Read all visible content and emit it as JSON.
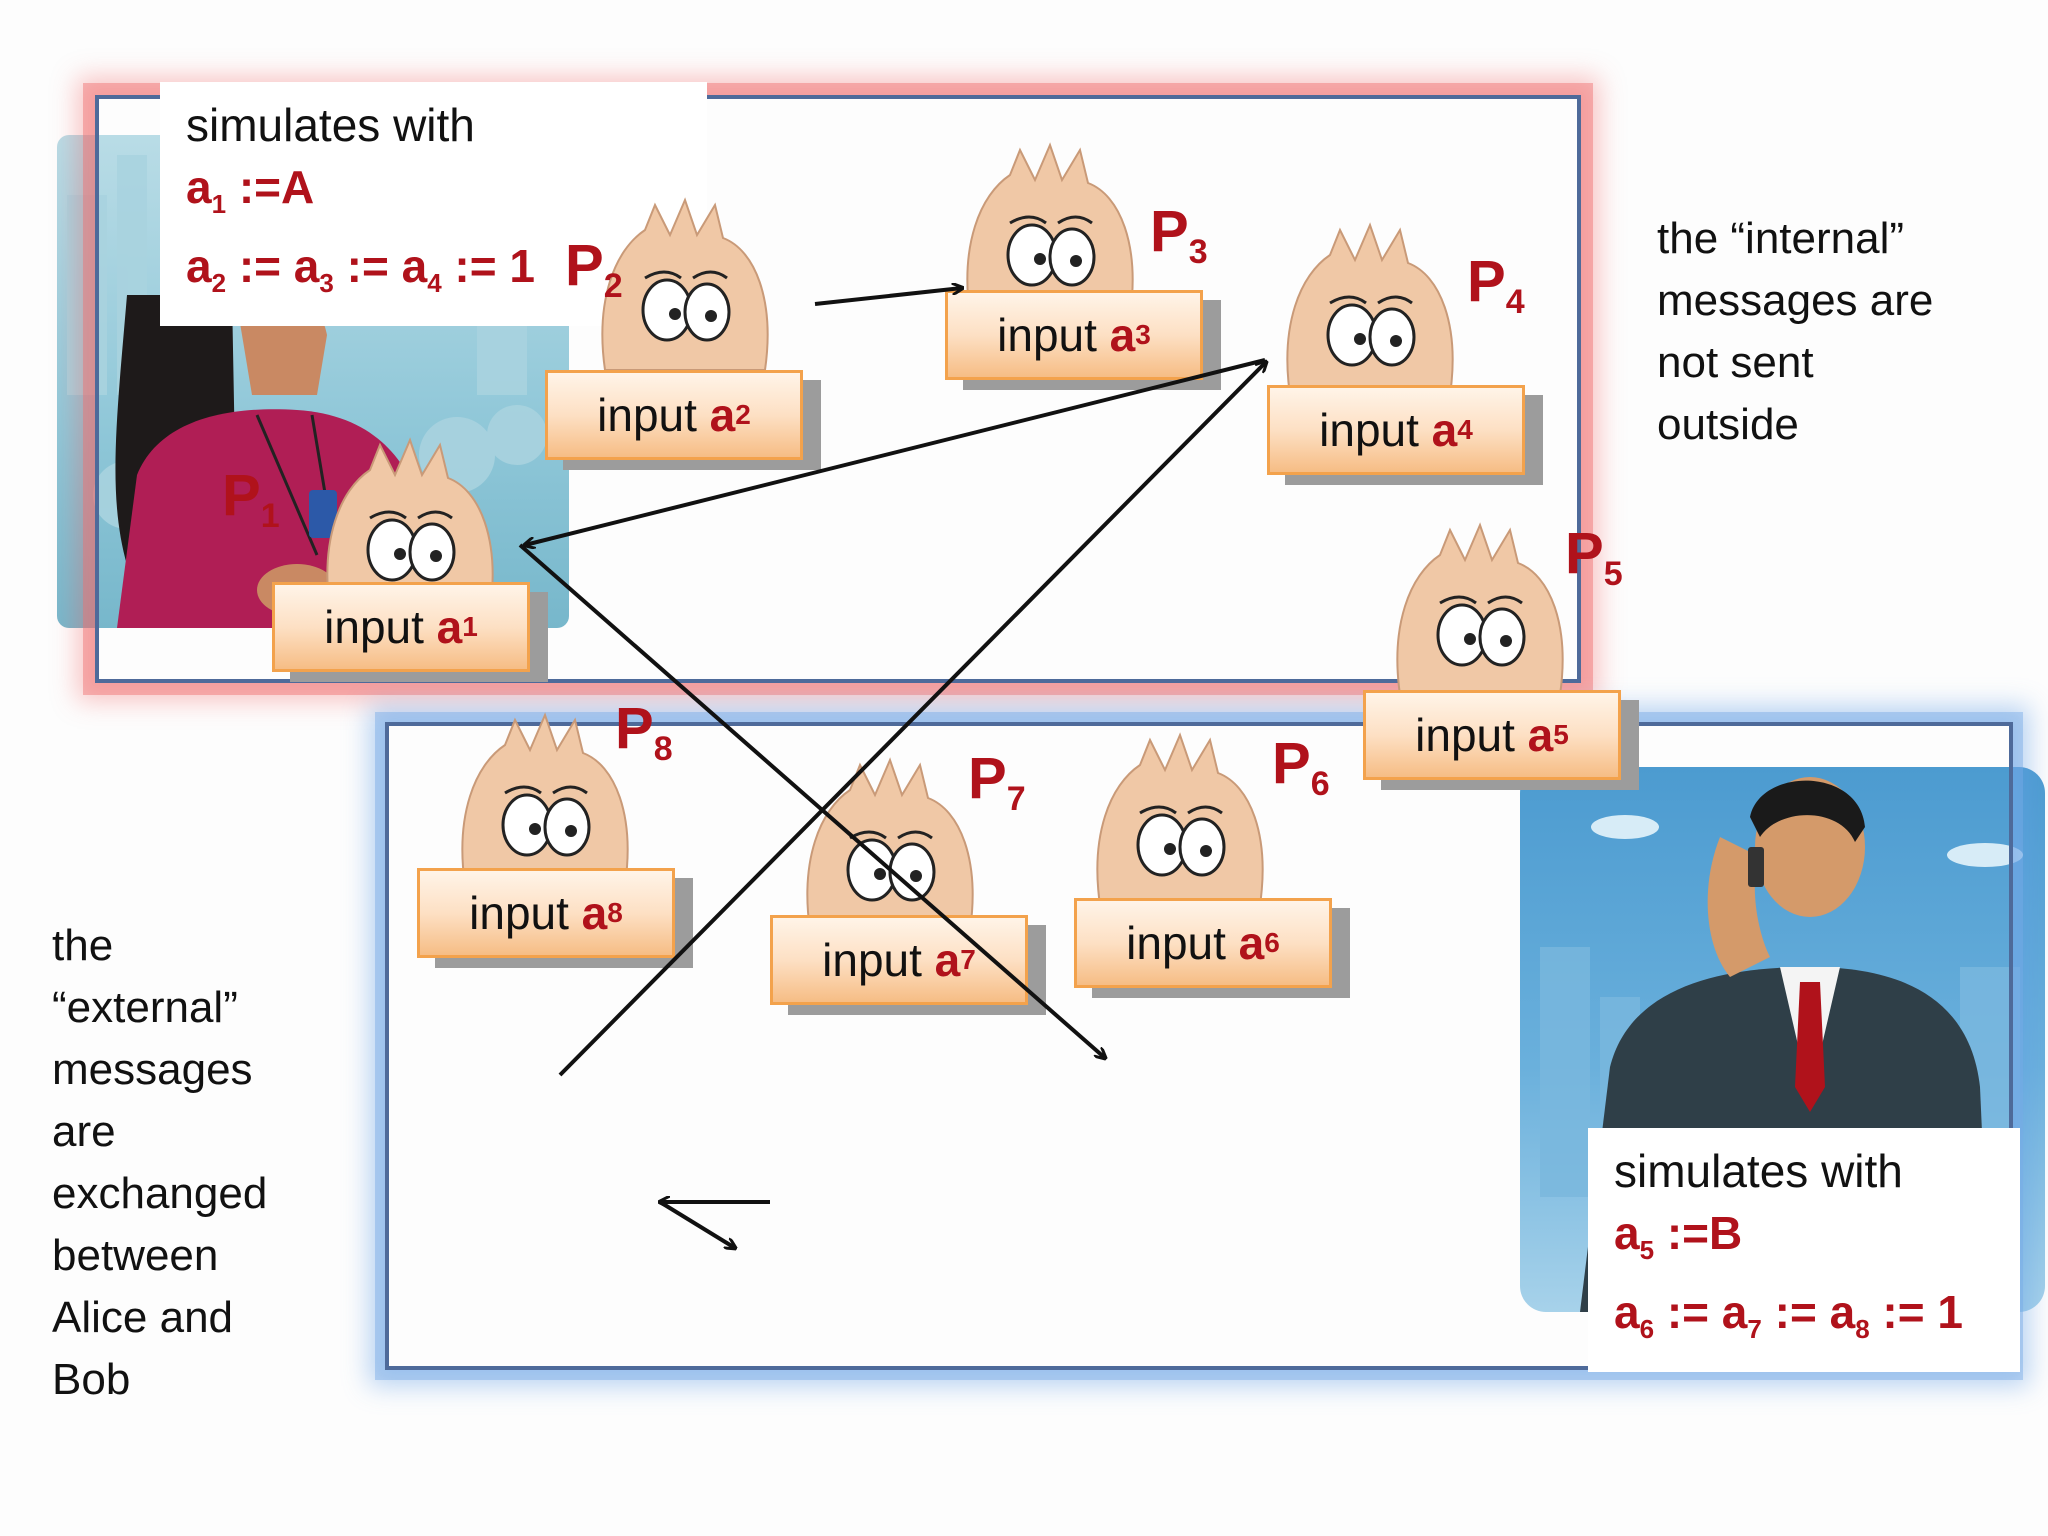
{
  "alice_callout": {
    "line1": "simulates with",
    "line2_var": "a",
    "line2_sub": "1",
    "line2_rest": " :=A",
    "line3_a2": "a",
    "line3_s2": "2",
    "line3_a3": " := a",
    "line3_s3": "3",
    "line3_a4": " := a",
    "line3_s4": "4",
    "line3_end": " := 1"
  },
  "bob_callout": {
    "line1": "simulates with",
    "line2_var": "a",
    "line2_sub": "5",
    "line2_rest": " :=B",
    "line3_a6": "a",
    "line3_s6": "6",
    "line3_a7": " := a",
    "line3_s7": "7",
    "line3_a8": " := a",
    "line3_s8": "8",
    "line3_end": " := 1"
  },
  "internal_note": [
    "the “internal”",
    "messages are",
    "not sent",
    "outside"
  ],
  "external_note": [
    "the",
    "“external”",
    "messages",
    "are",
    "exchanged",
    "between",
    "Alice and",
    "Bob"
  ],
  "players": [
    {
      "letter": "P",
      "sub": "1"
    },
    {
      "letter": "P",
      "sub": "2"
    },
    {
      "letter": "P",
      "sub": "3"
    },
    {
      "letter": "P",
      "sub": "4"
    },
    {
      "letter": "P",
      "sub": "5"
    },
    {
      "letter": "P",
      "sub": "6"
    },
    {
      "letter": "P",
      "sub": "7"
    },
    {
      "letter": "P",
      "sub": "8"
    }
  ],
  "inputs": [
    {
      "word": "input",
      "var": "a",
      "sub": "1"
    },
    {
      "word": "input",
      "var": "a",
      "sub": "2"
    },
    {
      "word": "input",
      "var": "a",
      "sub": "3"
    },
    {
      "word": "input",
      "var": "a",
      "sub": "4"
    },
    {
      "word": "input",
      "var": "a",
      "sub": "5"
    },
    {
      "word": "input",
      "var": "a",
      "sub": "6"
    },
    {
      "word": "input",
      "var": "a",
      "sub": "7"
    },
    {
      "word": "input",
      "var": "a",
      "sub": "8"
    }
  ],
  "colors": {
    "accent_red": "#b0121b",
    "card_border": "#f3a24c",
    "frame": "#4e6a9a",
    "glow_red": "#f06e6e",
    "glow_blue": "#78aae6"
  },
  "icons": {
    "character": "cartoon-creature-icon",
    "alice": "woman-with-phone-illustration",
    "bob": "man-on-phone-illustration"
  }
}
